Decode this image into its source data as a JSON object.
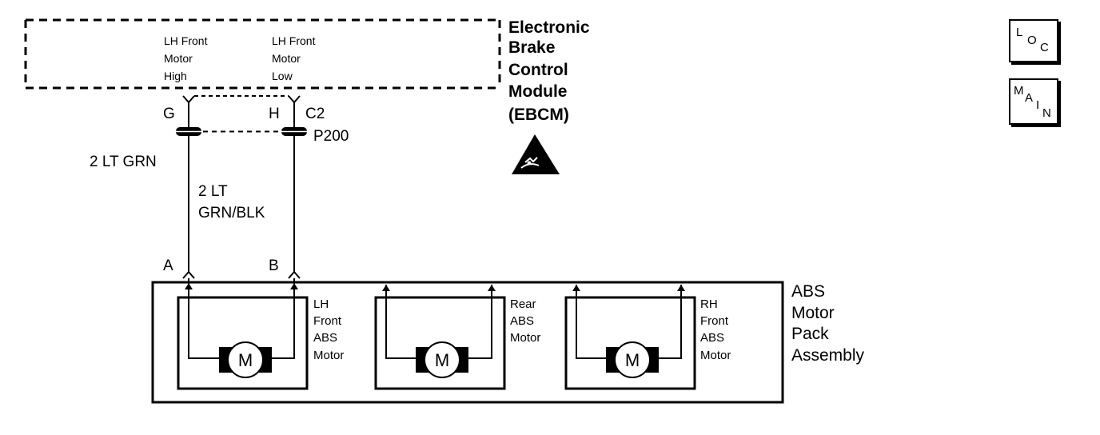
{
  "module": {
    "name_lines": [
      "Electronic",
      "Brake",
      "Control",
      "Module",
      "(EBCM)"
    ],
    "pin_g_label": [
      "LH Front",
      "Motor",
      "High"
    ],
    "pin_h_label": [
      "LH Front",
      "Motor",
      "Low"
    ],
    "esd_icon": "esd-warning-triangle-icon"
  },
  "connectors": {
    "pin_g": "G",
    "pin_h": "H",
    "module_connector": "C2",
    "inline_connector": "P200",
    "pin_a": "A",
    "pin_b": "B"
  },
  "wires": {
    "left": "2 LT GRN",
    "right_lines": [
      "2 LT",
      "GRN/BLK"
    ]
  },
  "assembly": {
    "name_lines": [
      "ABS",
      "Motor",
      "Pack",
      "Assembly"
    ],
    "motor_symbol": "M",
    "motors": [
      {
        "label_lines": [
          "LH",
          "Front",
          "ABS",
          "Motor"
        ]
      },
      {
        "label_lines": [
          "Rear",
          "ABS",
          "Motor"
        ]
      },
      {
        "label_lines": [
          "RH",
          "Front",
          "ABS",
          "Motor"
        ]
      }
    ]
  },
  "nav": {
    "loc": {
      "c1": "L",
      "c2": "O",
      "c3": "C"
    },
    "main": {
      "c1": "M",
      "c2": "A",
      "c3": "I",
      "c4": "N"
    }
  },
  "colors": {
    "line": "#000000",
    "background": "#ffffff"
  }
}
